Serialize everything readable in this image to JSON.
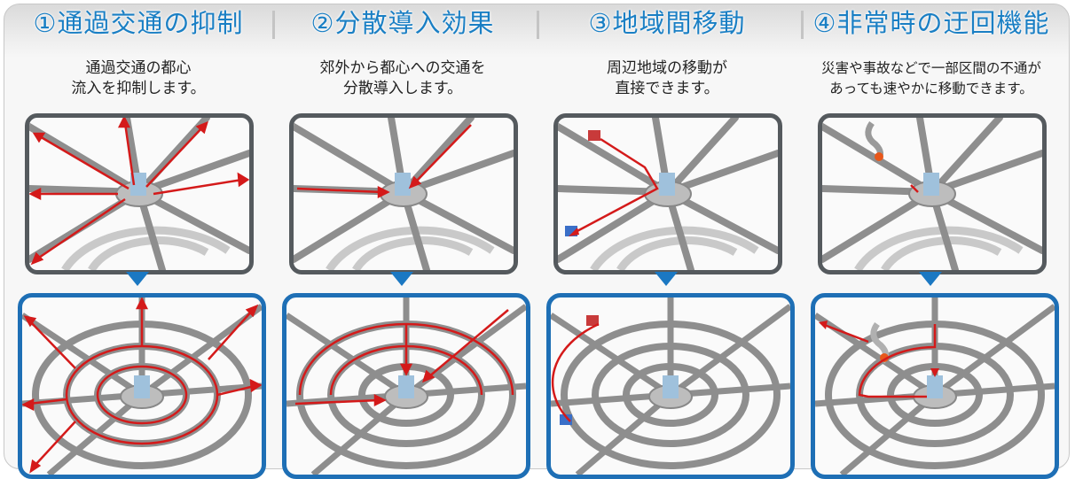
{
  "colors": {
    "title": "#1a7fc4",
    "top_border": "#555a5e",
    "bottom_border": "#1e6fb5",
    "route": "#d41a1a",
    "road": "#8e8e8e"
  },
  "panels": [
    {
      "title": "①通過交通の抑制",
      "desc_lines": [
        "通過交通の都心",
        "流入を抑制します。"
      ]
    },
    {
      "title": "②分散導入効果",
      "desc_lines": [
        "郊外から都心への交通を",
        "分散導入します。"
      ]
    },
    {
      "title": "③地域間移動",
      "desc_lines": [
        "周辺地域の移動が",
        "直接できます。"
      ]
    },
    {
      "title": "④非常時の迂回機能",
      "desc_lines": [
        "災害や事故などで一部区間の不通が",
        "あっても速やかに移動できます。"
      ]
    }
  ]
}
